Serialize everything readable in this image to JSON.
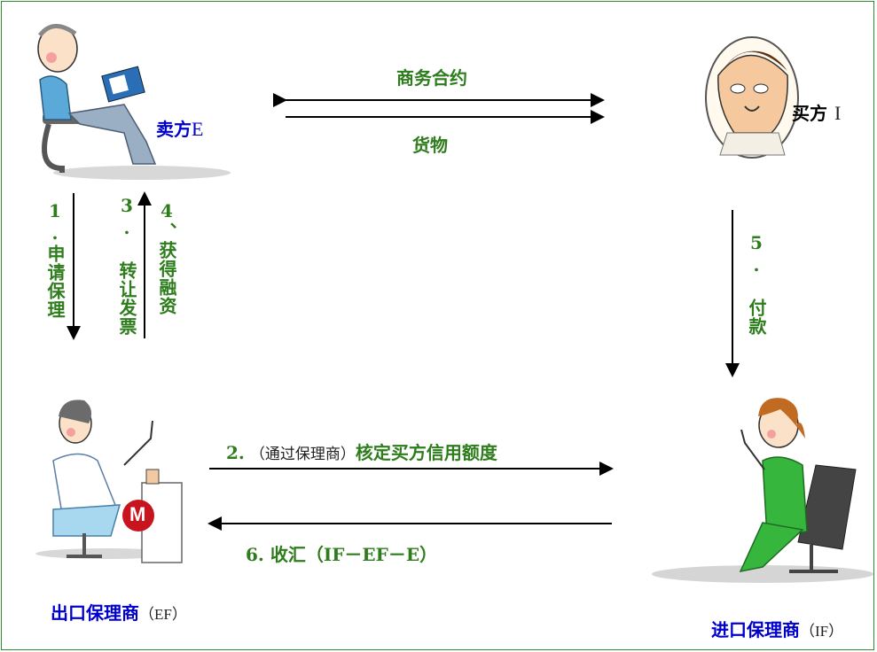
{
  "seller": {
    "label_main": "卖方",
    "label_suffix": "E"
  },
  "buyer": {
    "label_main": "买方",
    "label_suffix": "I"
  },
  "export_factor": {
    "label_main": "出口保理商",
    "label_suffix": "（EF）"
  },
  "import_factor": {
    "label_main": "进口保理商",
    "label_suffix": "（IF）"
  },
  "flows": {
    "contract": "商务合约",
    "goods": "货物",
    "step1": "1.申请保理",
    "step3": "3. 转让发票",
    "step4": "4、获得融资",
    "step5": "5. 付款",
    "step2_num": "2.",
    "step2_paren": "（通过保理商）",
    "step2_text": "核定买方信用额度",
    "step6": "6. 收汇（IF－EF－E）"
  },
  "logo": {
    "text": "M"
  },
  "colors": {
    "arrow": "#000000",
    "green_text": "#2e7d1c",
    "blue_text": "#0000cc",
    "border": "#2e8b2e"
  }
}
